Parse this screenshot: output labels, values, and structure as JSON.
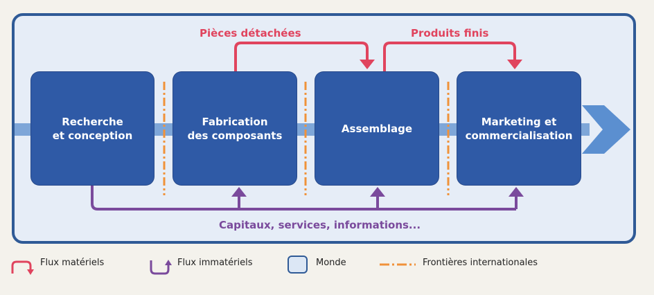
{
  "flows": {
    "material_1": "Pièces détachées",
    "material_2": "Produits finis",
    "immaterial": "Capitaux, services, informations..."
  },
  "steps": [
    {
      "label": "Recherche\net conception"
    },
    {
      "label": "Fabrication\ndes composants"
    },
    {
      "label": "Assemblage"
    },
    {
      "label": "Marketing et\ncommercialisation"
    }
  ],
  "legend": {
    "material": "Flux matériels",
    "immaterial": "Flux immatériels",
    "world": "Monde",
    "borders": "Frontières internationales"
  },
  "colors": {
    "material": "#e0445e",
    "immaterial": "#7a4a9c",
    "box": "#2f5aa6",
    "border": "#f0923a",
    "world": "#e6edf7"
  }
}
